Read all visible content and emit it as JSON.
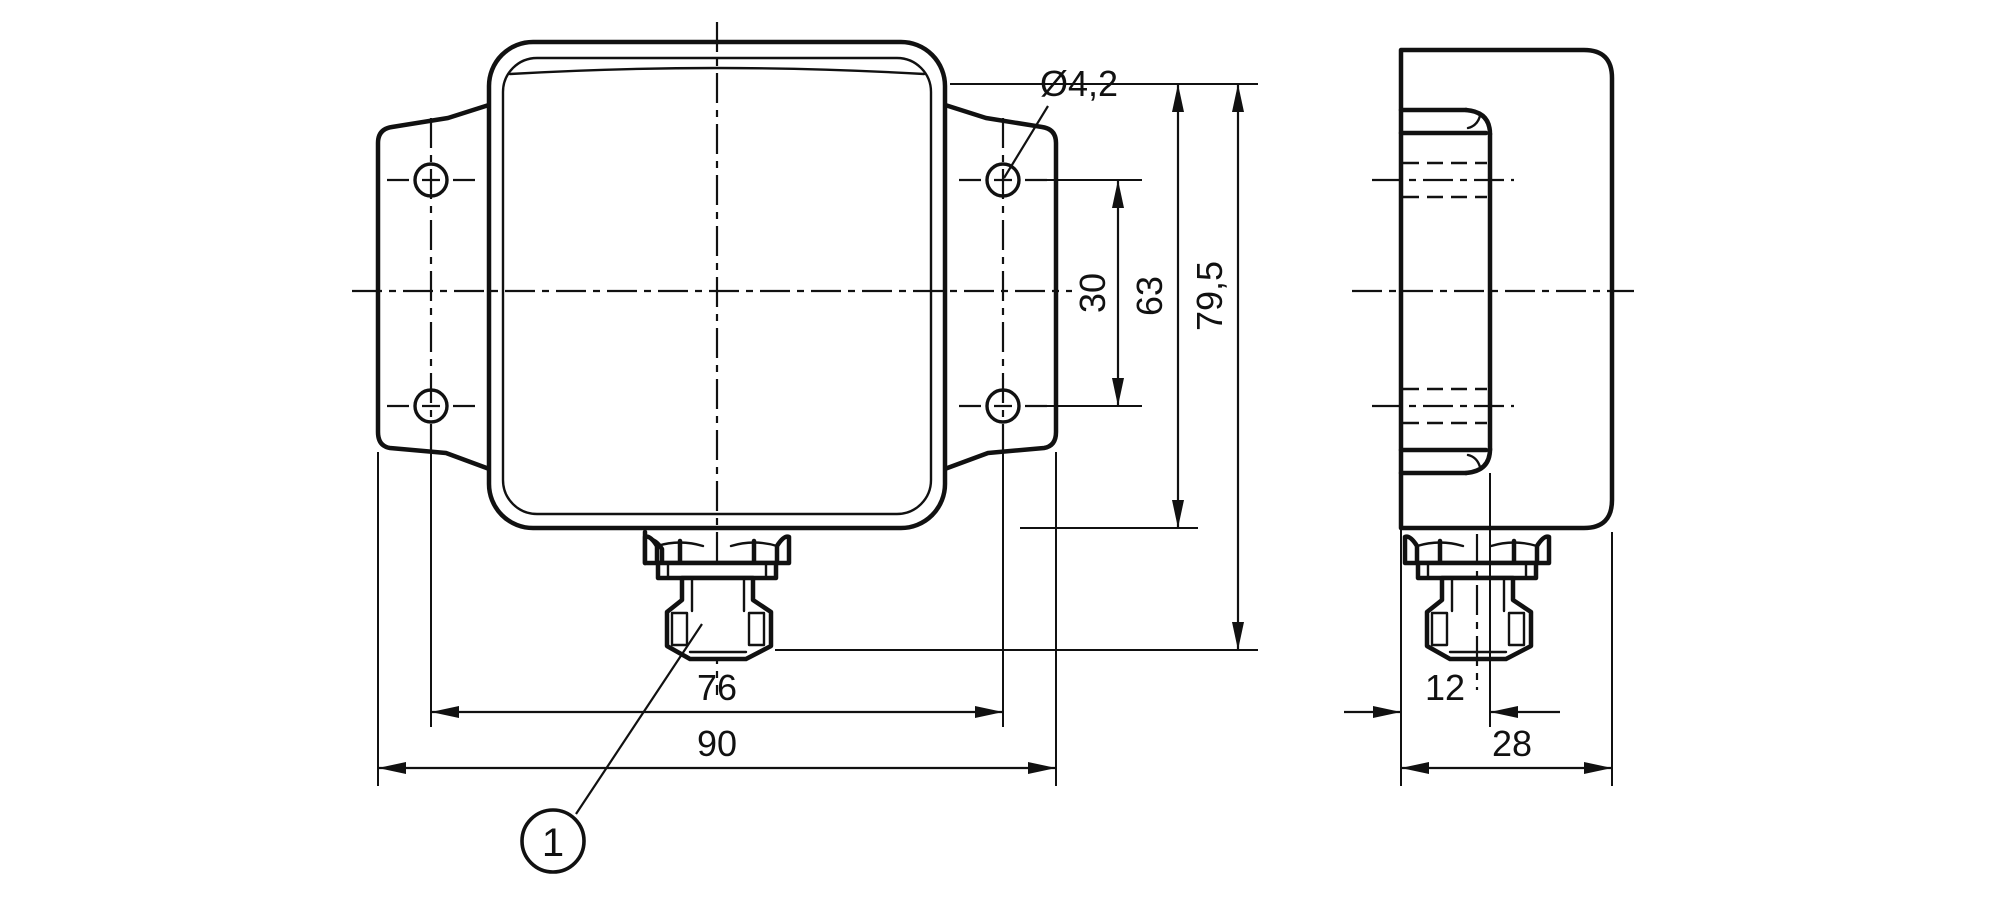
{
  "drawing": {
    "title": "technical dimension drawing",
    "colors": {
      "line": "#111111",
      "background": "#ffffff"
    },
    "front_view": {
      "hole_diameter_label": "Ø4,2",
      "dims": {
        "hole_spacing_vertical": "30",
        "housing_height": "63",
        "overall_height": "79,5",
        "hole_spacing_horizontal": "76",
        "overall_width": "90"
      }
    },
    "side_view": {
      "dims": {
        "flange_depth": "12",
        "overall_depth": "28"
      }
    },
    "callout": {
      "number": "1"
    }
  }
}
